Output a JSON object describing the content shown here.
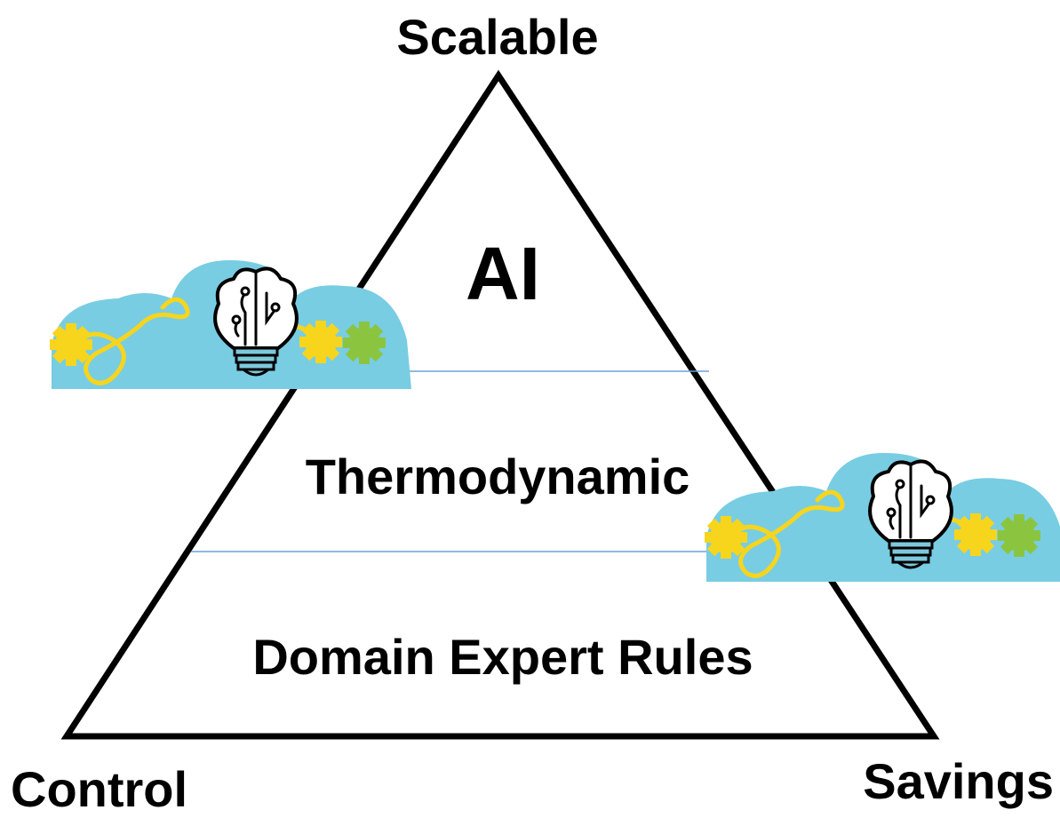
{
  "corners": {
    "top": "Scalable",
    "left": "Control",
    "right": "Savings"
  },
  "tiers": {
    "top": "AI",
    "middle": "Thermodynamic",
    "bottom": "Domain Expert Rules"
  },
  "colors": {
    "outline": "#000000",
    "divider": "#6f9fd8",
    "cloud": "#78cde3",
    "gear_yellow": "#f7d51d",
    "gear_green": "#8bc53f",
    "bulb_base": "#7ec8dc",
    "text": "#000000"
  },
  "icons": {
    "left_cloud": "cloud-brain-bulb-icon",
    "right_cloud": "cloud-brain-bulb-icon"
  }
}
